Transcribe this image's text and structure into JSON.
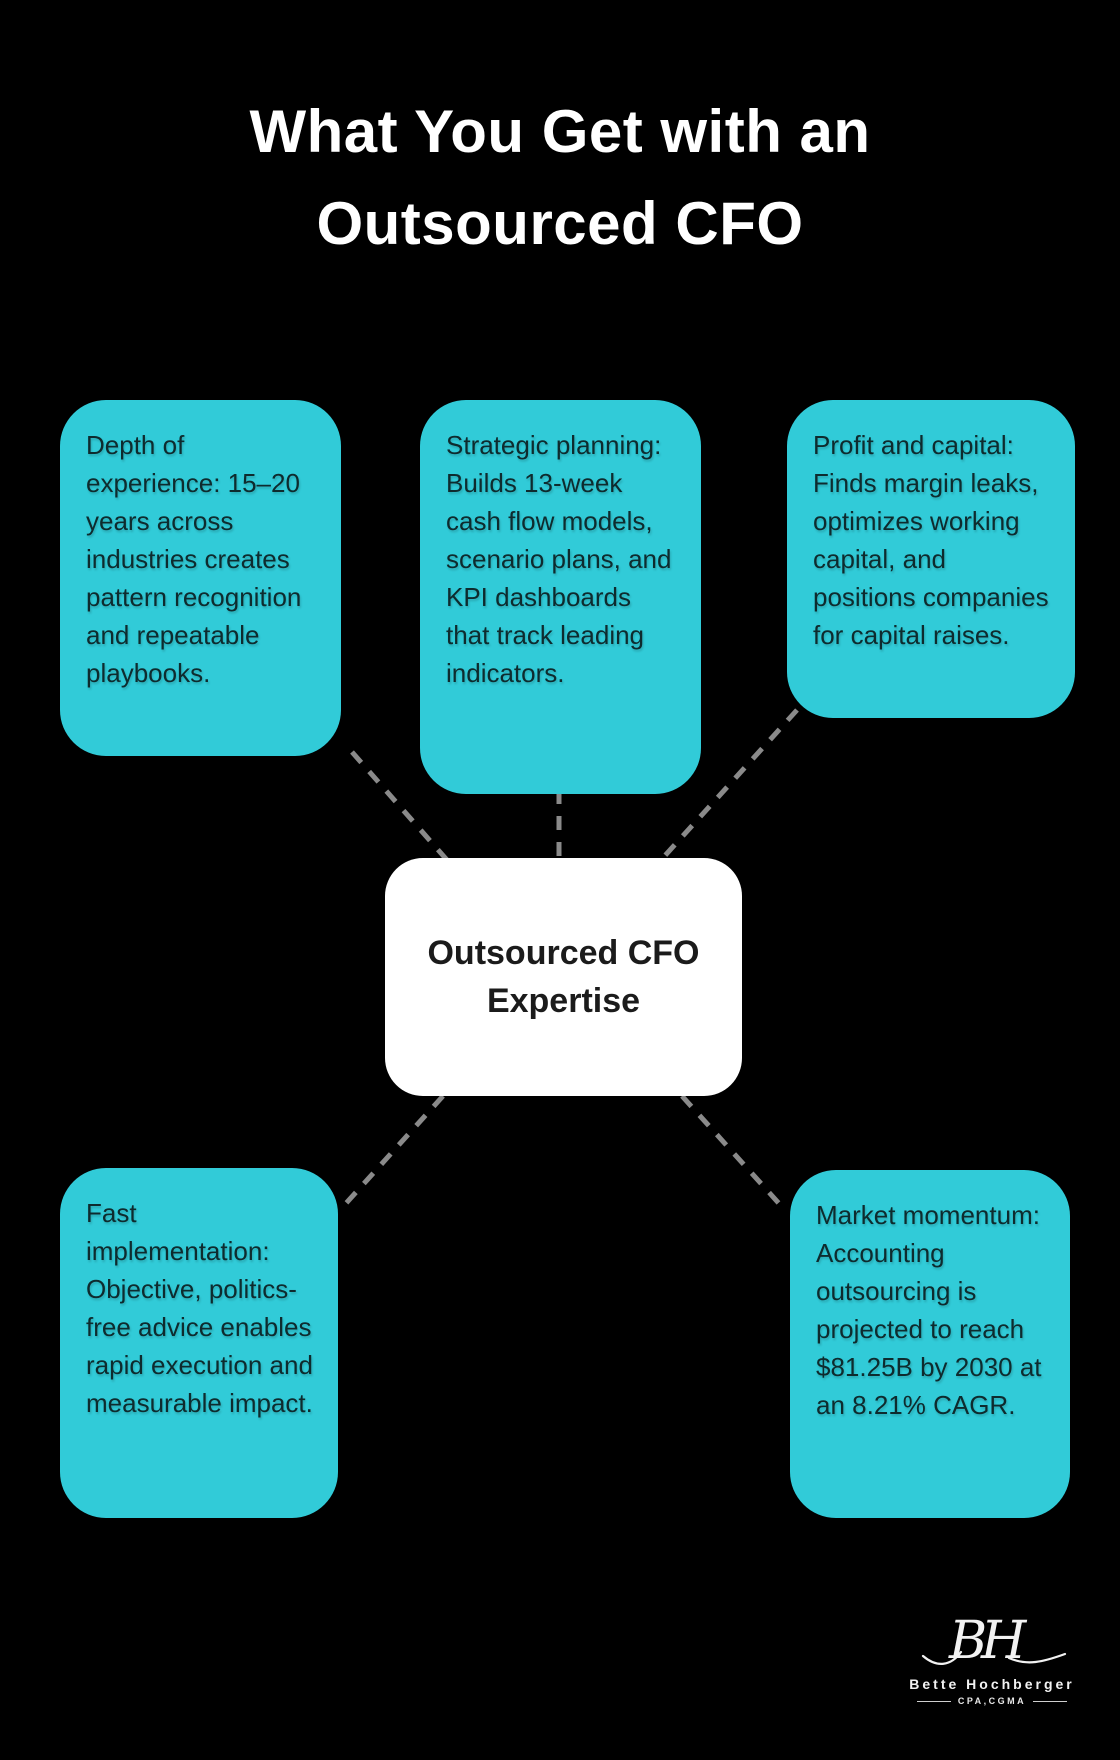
{
  "title": {
    "line1": "What You Get with an",
    "line2": "Outsourced CFO"
  },
  "center": {
    "label": "Outsourced CFO Expertise"
  },
  "nodes": [
    {
      "id": "depth-of-experience",
      "text": "Depth of experience: 15–20 years across industries creates pattern recognition and repeatable playbooks."
    },
    {
      "id": "strategic-planning",
      "text": "Strategic planning: Builds 13-week cash flow models, scenario plans, and KPI dashboards that track leading indicators."
    },
    {
      "id": "profit-and-capital",
      "text": "Profit and capital: Finds margin leaks, optimizes working capital, and positions companies for capital raises."
    },
    {
      "id": "fast-implementation",
      "text": "Fast implementation: Objective, politics-free advice enables rapid execution and measurable impact."
    },
    {
      "id": "market-momentum",
      "text": "Market momentum: Accounting outsourcing is projected to reach $81.25B by 2030 at an 8.21% CAGR."
    }
  ],
  "logo": {
    "monogram": "BH",
    "name": "Bette Hochberger",
    "credentials": "CPA,CGMA"
  },
  "colors": {
    "background": "#000000",
    "node_fill": "#31cbd8",
    "node_text": "#0e2b2e",
    "center_fill": "#ffffff",
    "center_text": "#1b1b1b",
    "title_text": "#ffffff",
    "connector": "#8a8a8a",
    "logo_text": "#f2f2f2"
  }
}
